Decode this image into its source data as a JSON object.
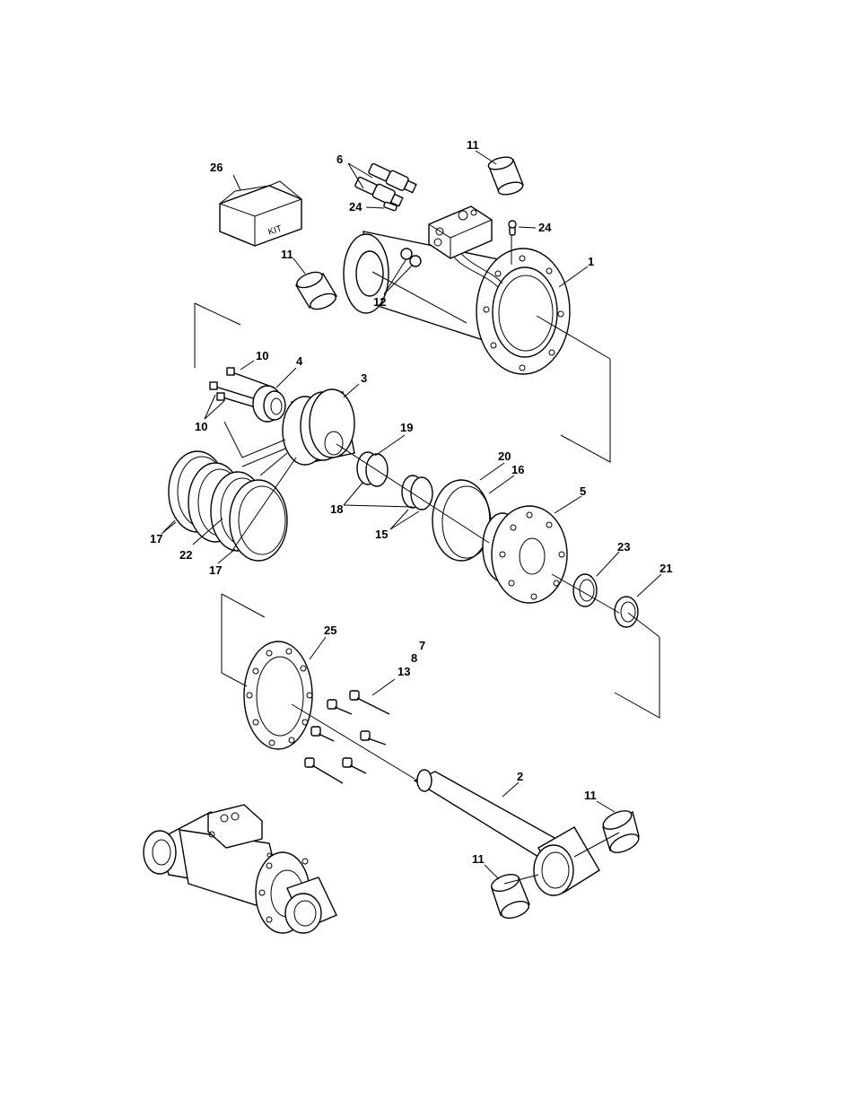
{
  "diagram": {
    "callouts": {
      "c1": "1",
      "c2": "2",
      "c3": "3",
      "c4": "4",
      "c5": "5",
      "c6": "6",
      "c7": "7",
      "c8": "8",
      "c10a": "10",
      "c10b": "10",
      "c11a": "11",
      "c11b": "11",
      "c11c": "11",
      "c11d": "11",
      "c12": "12",
      "c13": "13",
      "c15": "15",
      "c16": "16",
      "c17a": "17",
      "c17b": "17",
      "c18": "18",
      "c19": "19",
      "c20": "20",
      "c21": "21",
      "c22": "22",
      "c23": "23",
      "c24a": "24",
      "c24b": "24",
      "c25": "25",
      "c26": "26"
    },
    "kit_label": "KIT"
  }
}
